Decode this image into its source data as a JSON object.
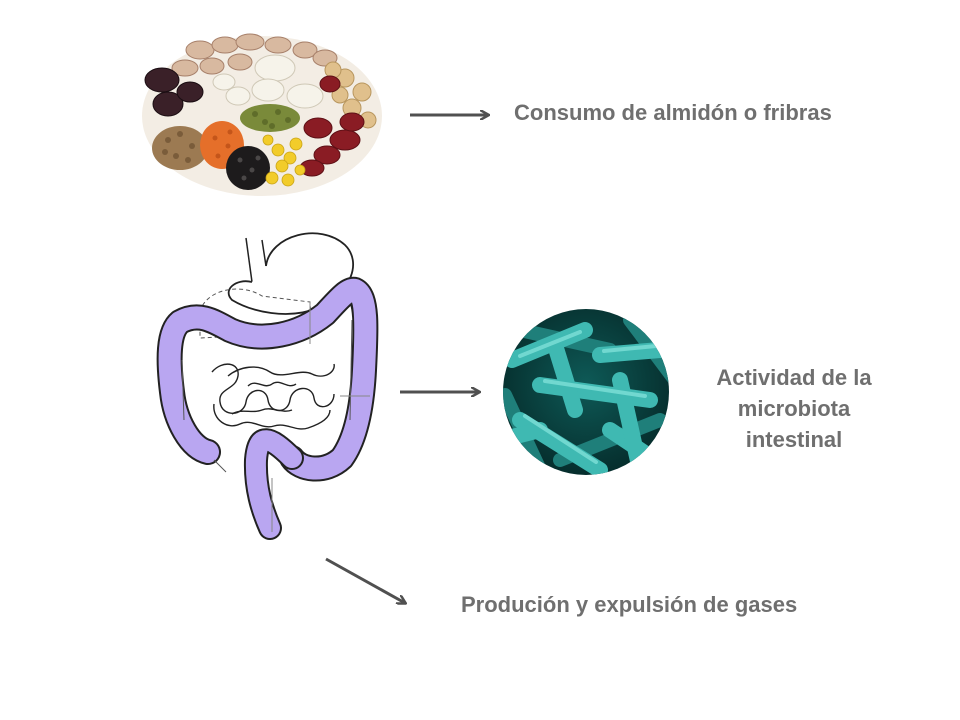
{
  "steps": {
    "consumption": {
      "label": "Consumo de almidón o fribras",
      "icon": "legumes-icon"
    },
    "microbiota": {
      "label_lines": [
        "Actividad de la",
        "microbiota",
        "intestinal"
      ],
      "icon": "bacteria-icon"
    },
    "gases": {
      "label": "Produción y expulsión de gases"
    }
  },
  "intestine_icon": "digestive-system-icon",
  "colors": {
    "text": "#6f6f6f",
    "arrow": "#505050",
    "colon": "#b9a6f1",
    "bacteria": "#3fb9b2",
    "bacteria_bg": "#0a3f3d"
  }
}
